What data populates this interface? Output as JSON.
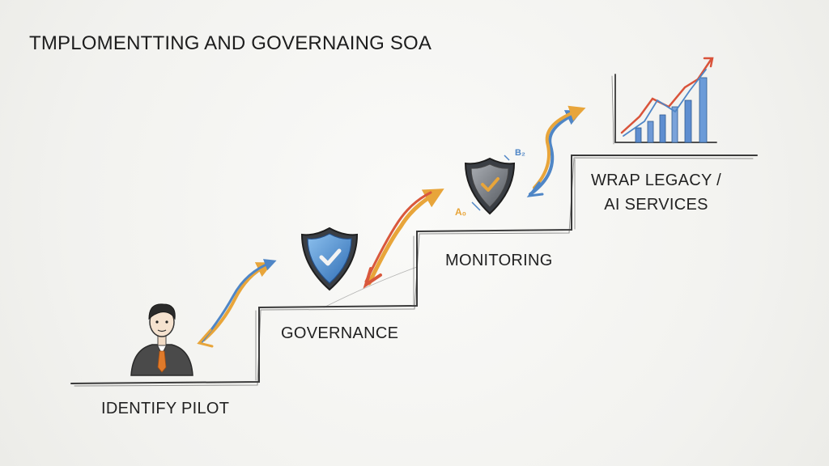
{
  "title": "TMPLOMENTTING AND GOVERNAING SOA",
  "steps": [
    {
      "label": "IDENTIFY PILOT",
      "icon": "person-icon"
    },
    {
      "label": "GOVERNANCE",
      "icon": "shield-icon"
    },
    {
      "label": "MONITORING",
      "icon": "shield-check-icon"
    },
    {
      "label_line1": "WRAP LEGACY /",
      "label_line2": "AI SERVICES",
      "icon": "chart-icon"
    }
  ],
  "monitoring_tags": [
    "A₀",
    "B₂"
  ],
  "colors": {
    "line": "#3a3a3a",
    "shield_blue": "#4a8fd6",
    "shield_gray": "#7b7f86",
    "arrow_blue": "#4f86c6",
    "arrow_orange": "#e8a53a",
    "arrow_red": "#d9583c",
    "tie": "#e07a2a",
    "chart_blue": "#5e8ed0",
    "chart_red": "#d9533a"
  }
}
